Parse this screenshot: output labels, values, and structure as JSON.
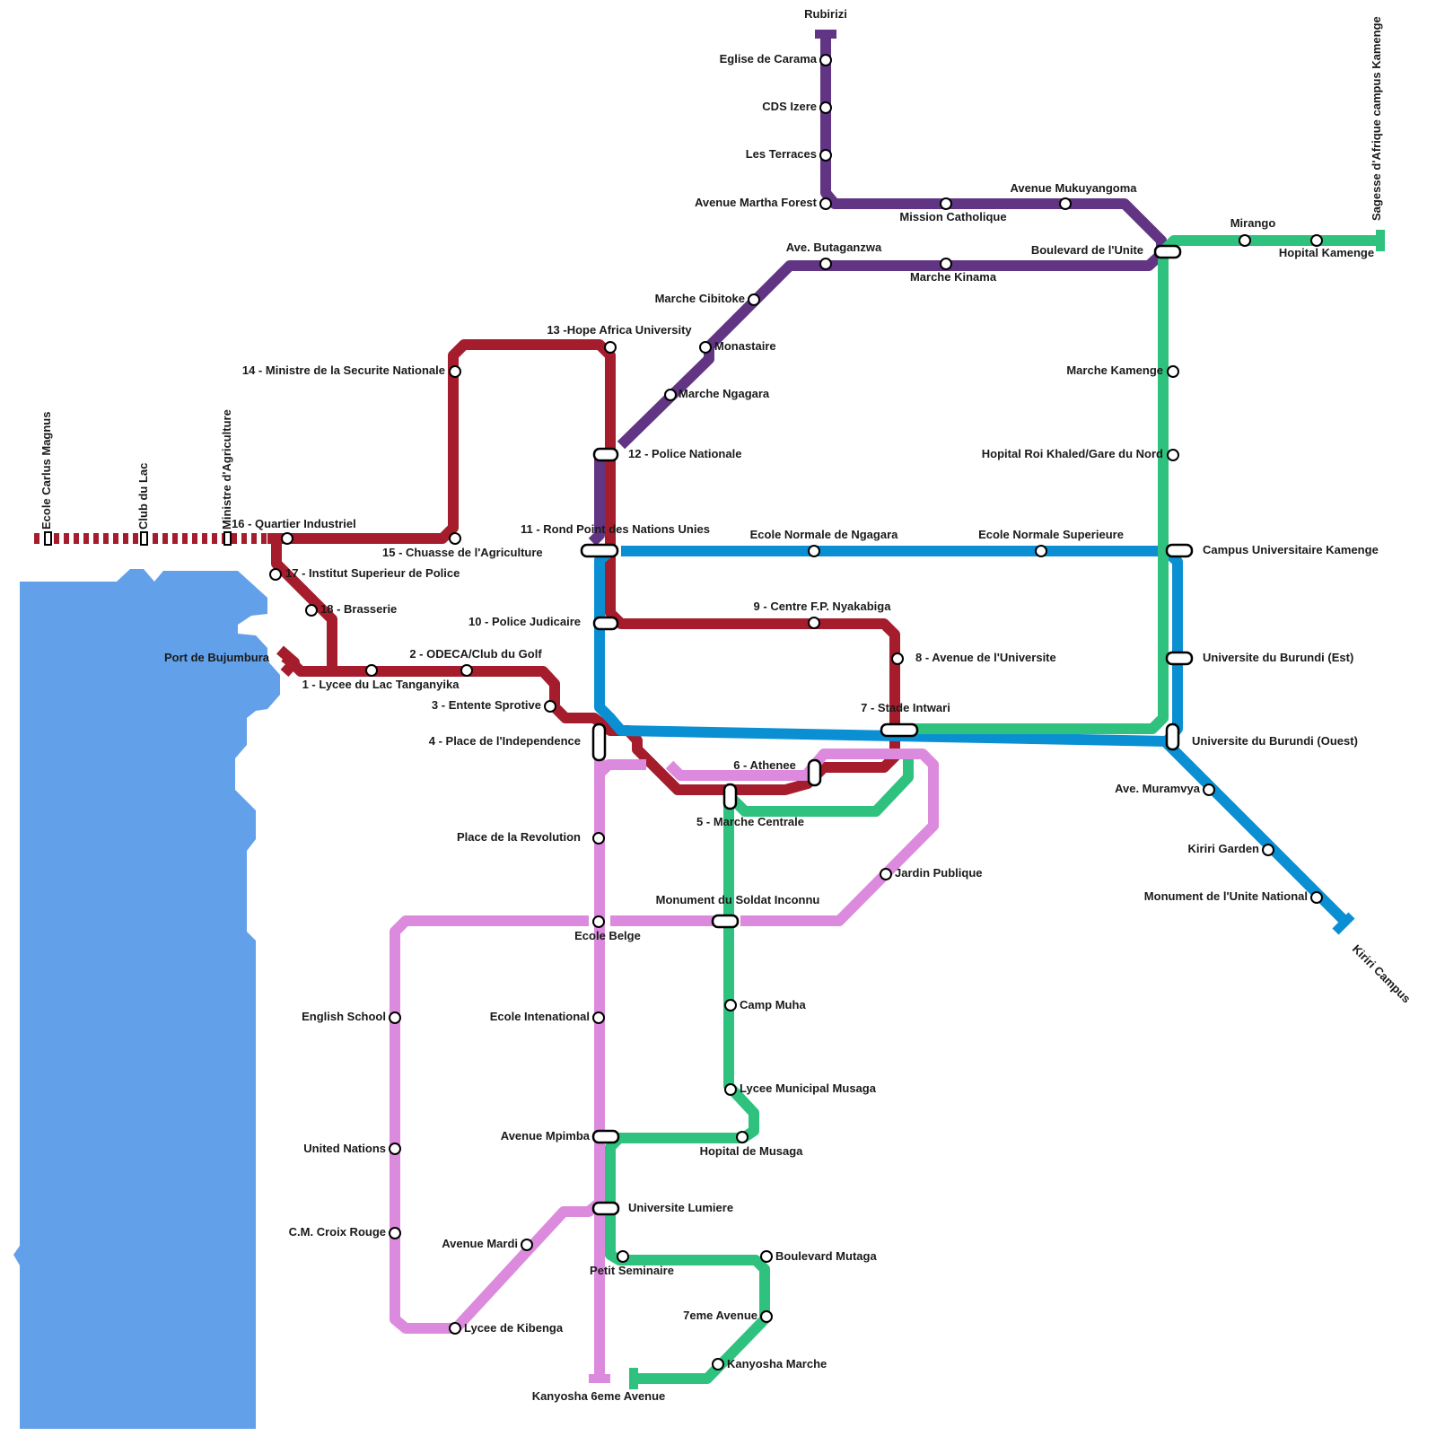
{
  "colors": {
    "red_line": "#A51D2D",
    "purple_line": "#613583",
    "blue_line": "#0A90D2",
    "green_line": "#2EC27E",
    "pink_line": "#DC8ADD",
    "lake": "#62A0EA"
  },
  "labels": {
    "rubirizi": "Rubirizi",
    "eglise_carama": "Eglise de Carama",
    "cds_izere": "CDS Izere",
    "les_terraces": "Les Terraces",
    "ave_martha_forest": "Avenue Martha Forest",
    "mission_catholique": "Mission Catholique",
    "ave_mukuyangoma": "Avenue Mukuyangoma",
    "blvd_unite": "Boulevard de l'Unite",
    "mirango": "Mirango",
    "hopital_kamenge": "Hopital Kamenge",
    "sagesse": "Sagesse d'Afrique campus Kamenge",
    "ave_butaganzwa": "Ave. Butaganzwa",
    "marche_kinama": "Marche Kinama",
    "marche_cibitoke": "Marche Cibitoke",
    "monastaire": "Monastaire",
    "marche_ngagara": "Marche Ngagara",
    "marche_kamenge": "Marche Kamenge",
    "hopital_roi_khaled": "Hopital Roi Khaled/Gare du Nord",
    "hope_africa": "13 -Hope Africa University",
    "ministre_securite": "14 - Ministre de la Securite Nationale",
    "police_nationale": "12 - Police Nationale",
    "ecole_carlus": "Ecole Carlus Magnus",
    "club_du_lac": "Club du Lac",
    "ministre_agriculture": "Ministre d'Agriculture",
    "quartier_industriel": "16 - Quartier Industriel",
    "chuasse_agriculture": "15 - Chuasse de l'Agriculture",
    "rond_point": "11 - Rond Point des Nations Unies",
    "ecole_normale_ngagara": "Ecole Normale de Ngagara",
    "ecole_normale_sup": "Ecole Normale Superieure",
    "campus_kamenge": "Campus Universitaire Kamenge",
    "institut_police": "17 - Institut Superieur de Police",
    "brasserie": "18 - Brasserie",
    "police_judicaire": "10 - Police Judicaire",
    "centre_nyakabiga": "9 - Centre F.P. Nyakabiga",
    "ave_universite": "8 - Avenue de l'Universite",
    "univ_est": "Universite du Burundi (Est)",
    "port_bujumbura": "Port de Bujumbura",
    "odeca": "2 - ODECA/Club du Golf",
    "lycee_lac": "1 - Lycee du Lac Tanganyika",
    "entente_sprotive": "3 - Entente Sprotive",
    "stade_intwari": "7 - Stade Intwari",
    "place_independence": "4 - Place de l'Independence",
    "univ_ouest": "Universite du Burundi (Ouest)",
    "athenee": "6 - Athenee",
    "ave_muramvya": "Ave. Muramvya",
    "marche_centrale": "5 - Marche Centrale",
    "place_revolution": "Place de la Revolution",
    "kiriri_garden": "Kiriri Garden",
    "jardin_publique": "Jardin Publique",
    "monument_unite": "Monument de l'Unite National",
    "kiriri_campus": "Kiriri Campus",
    "monument_soldat": "Monument du Soldat Inconnu",
    "ecole_belge": "Ecole Belge",
    "camp_muha": "Camp Muha",
    "english_school": "English School",
    "ecole_intenational": "Ecole Intenational",
    "lycee_musaga": "Lycee Municipal Musaga",
    "avenue_mpimba": "Avenue Mpimba",
    "hopital_musaga": "Hopital de Musaga",
    "united_nations": "United Nations",
    "univ_lumiere": "Universite Lumiere",
    "croix_rouge": "C.M. Croix Rouge",
    "avenue_mardi": "Avenue Mardi",
    "boulevard_mutaga": "Boulevard Mutaga",
    "petit_seminaire": "Petit Seminaire",
    "septieme_avenue": "7eme Avenue",
    "lycee_kibenga": "Lycee de Kibenga",
    "kanyosha_marche": "Kanyosha Marche",
    "kanyosha_6eme": "Kanyosha 6eme Avenue"
  }
}
